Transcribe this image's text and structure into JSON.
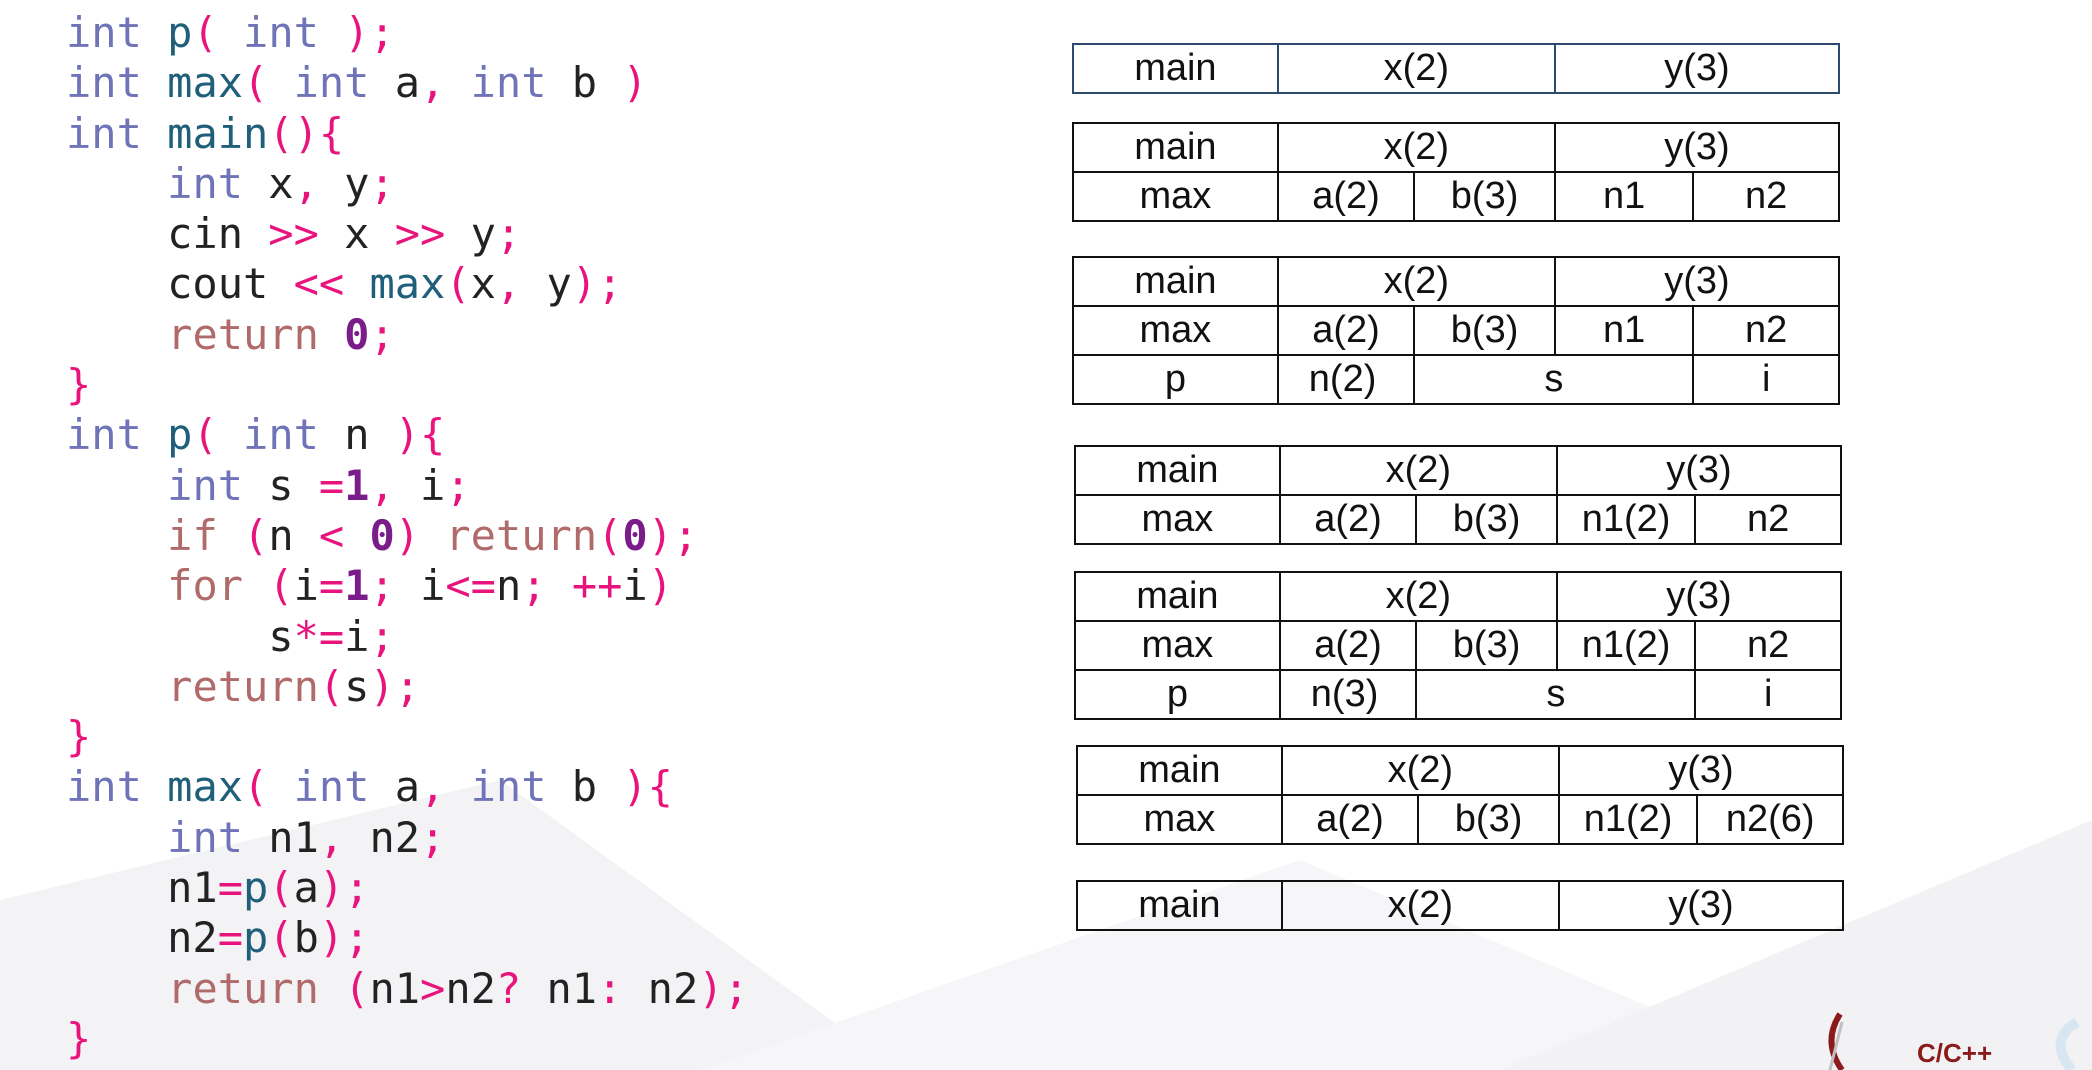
{
  "code_lines": [
    [
      [
        "kw",
        "int"
      ],
      [
        "id",
        " "
      ],
      [
        "fn",
        "p"
      ],
      [
        "pn",
        "("
      ],
      [
        "id",
        " "
      ],
      [
        "kw",
        "int"
      ],
      [
        "id",
        " "
      ],
      [
        "pn",
        ");"
      ]
    ],
    [
      [
        "kw",
        "int"
      ],
      [
        "id",
        " "
      ],
      [
        "fn",
        "max"
      ],
      [
        "pn",
        "("
      ],
      [
        "id",
        " "
      ],
      [
        "kw",
        "int"
      ],
      [
        "id",
        " a"
      ],
      [
        "pn",
        ","
      ],
      [
        "id",
        " "
      ],
      [
        "kw",
        "int"
      ],
      [
        "id",
        " b "
      ],
      [
        "pn",
        ")"
      ]
    ],
    [
      [
        "kw",
        "int"
      ],
      [
        "id",
        " "
      ],
      [
        "fn",
        "main"
      ],
      [
        "pn",
        "(){"
      ]
    ],
    [
      [
        "id",
        "    "
      ],
      [
        "kw",
        "int"
      ],
      [
        "id",
        " x"
      ],
      [
        "pn",
        ","
      ],
      [
        "id",
        " y"
      ],
      [
        "pn",
        ";"
      ]
    ],
    [
      [
        "id",
        "    cin "
      ],
      [
        "pn",
        ">>"
      ],
      [
        "id",
        " x "
      ],
      [
        "pn",
        ">>"
      ],
      [
        "id",
        " y"
      ],
      [
        "pn",
        ";"
      ]
    ],
    [
      [
        "id",
        "    cout "
      ],
      [
        "pn",
        "<<"
      ],
      [
        "id",
        " "
      ],
      [
        "fn",
        "max"
      ],
      [
        "pn",
        "("
      ],
      [
        "id",
        "x"
      ],
      [
        "pn",
        ","
      ],
      [
        "id",
        " y"
      ],
      [
        "pn",
        ");"
      ]
    ],
    [
      [
        "id",
        "    "
      ],
      [
        "ct",
        "return"
      ],
      [
        "id",
        " "
      ],
      [
        "num",
        "0"
      ],
      [
        "pn",
        ";"
      ]
    ],
    [
      [
        "pn",
        "}"
      ]
    ],
    [
      [
        "kw",
        "int"
      ],
      [
        "id",
        " "
      ],
      [
        "fn",
        "p"
      ],
      [
        "pn",
        "("
      ],
      [
        "id",
        " "
      ],
      [
        "kw",
        "int"
      ],
      [
        "id",
        " n "
      ],
      [
        "pn",
        "){"
      ]
    ],
    [
      [
        "id",
        "    "
      ],
      [
        "kw",
        "int"
      ],
      [
        "id",
        " s "
      ],
      [
        "pn",
        "="
      ],
      [
        "num",
        "1"
      ],
      [
        "pn",
        ","
      ],
      [
        "id",
        " i"
      ],
      [
        "pn",
        ";"
      ]
    ],
    [
      [
        "id",
        "    "
      ],
      [
        "ct",
        "if"
      ],
      [
        "id",
        " "
      ],
      [
        "pn",
        "("
      ],
      [
        "id",
        "n "
      ],
      [
        "pn",
        "<"
      ],
      [
        "id",
        " "
      ],
      [
        "num",
        "0"
      ],
      [
        "pn",
        ")"
      ],
      [
        "id",
        " "
      ],
      [
        "ct",
        "return"
      ],
      [
        "pn",
        "("
      ],
      [
        "num",
        "0"
      ],
      [
        "pn",
        ");"
      ]
    ],
    [
      [
        "id",
        "    "
      ],
      [
        "ct",
        "for"
      ],
      [
        "id",
        " "
      ],
      [
        "pn",
        "("
      ],
      [
        "id",
        "i"
      ],
      [
        "pn",
        "="
      ],
      [
        "num",
        "1"
      ],
      [
        "pn",
        ";"
      ],
      [
        "id",
        " i"
      ],
      [
        "pn",
        "<="
      ],
      [
        "id",
        "n"
      ],
      [
        "pn",
        ";"
      ],
      [
        "id",
        " "
      ],
      [
        "pn",
        "++"
      ],
      [
        "id",
        "i"
      ],
      [
        "pn",
        ")"
      ]
    ],
    [
      [
        "id",
        "        s"
      ],
      [
        "pn",
        "*="
      ],
      [
        "id",
        "i"
      ],
      [
        "pn",
        ";"
      ]
    ],
    [
      [
        "id",
        "    "
      ],
      [
        "ct",
        "return"
      ],
      [
        "pn",
        "("
      ],
      [
        "id",
        "s"
      ],
      [
        "pn",
        ");"
      ]
    ],
    [
      [
        "pn",
        "}"
      ]
    ],
    [
      [
        "kw",
        "int"
      ],
      [
        "id",
        " "
      ],
      [
        "fn",
        "max"
      ],
      [
        "pn",
        "("
      ],
      [
        "id",
        " "
      ],
      [
        "kw",
        "int"
      ],
      [
        "id",
        " a"
      ],
      [
        "pn",
        ","
      ],
      [
        "id",
        " "
      ],
      [
        "kw",
        "int"
      ],
      [
        "id",
        " b "
      ],
      [
        "pn",
        "){"
      ]
    ],
    [
      [
        "id",
        "    "
      ],
      [
        "kw",
        "int"
      ],
      [
        "id",
        " n1"
      ],
      [
        "pn",
        ","
      ],
      [
        "id",
        " n2"
      ],
      [
        "pn",
        ";"
      ]
    ],
    [
      [
        "id",
        "    n1"
      ],
      [
        "pn",
        "="
      ],
      [
        "fn",
        "p"
      ],
      [
        "pn",
        "("
      ],
      [
        "id",
        "a"
      ],
      [
        "pn",
        ");"
      ]
    ],
    [
      [
        "id",
        "    n2"
      ],
      [
        "pn",
        "="
      ],
      [
        "fn",
        "p"
      ],
      [
        "pn",
        "("
      ],
      [
        "id",
        "b"
      ],
      [
        "pn",
        ");"
      ]
    ],
    [
      [
        "id",
        "    "
      ],
      [
        "ct",
        "return"
      ],
      [
        "id",
        " "
      ],
      [
        "pn",
        "("
      ],
      [
        "id",
        "n1"
      ],
      [
        "pn",
        ">"
      ],
      [
        "id",
        "n2"
      ],
      [
        "pn",
        "?"
      ],
      [
        "id",
        " n1"
      ],
      [
        "pn",
        ":"
      ],
      [
        "id",
        " n2"
      ],
      [
        "pn",
        ");"
      ]
    ],
    [
      [
        "pn",
        "}"
      ]
    ]
  ],
  "stack_frames": [
    {
      "rows": [
        {
          "name": "main",
          "cells": [
            "x(2)",
            "y(3)"
          ]
        }
      ]
    },
    {
      "rows": [
        {
          "name": "main",
          "cells": [
            "x(2)",
            "y(3)"
          ]
        },
        {
          "name": "max",
          "cells": [
            "a(2)",
            "b(3)",
            "n1",
            "n2"
          ]
        }
      ]
    },
    {
      "rows": [
        {
          "name": "main",
          "cells": [
            "x(2)",
            "y(3)"
          ]
        },
        {
          "name": "max",
          "cells": [
            "a(2)",
            "b(3)",
            "n1",
            "n2"
          ]
        },
        {
          "name": "p",
          "cells": [
            "n(2)",
            "s",
            "i"
          ]
        }
      ]
    },
    {
      "rows": [
        {
          "name": "main",
          "cells": [
            "x(2)",
            "y(3)"
          ]
        },
        {
          "name": "max",
          "cells": [
            "a(2)",
            "b(3)",
            "n1(2)",
            "n2"
          ]
        }
      ]
    },
    {
      "rows": [
        {
          "name": "main",
          "cells": [
            "x(2)",
            "y(3)"
          ]
        },
        {
          "name": "max",
          "cells": [
            "a(2)",
            "b(3)",
            "n1(2)",
            "n2"
          ]
        },
        {
          "name": "p",
          "cells": [
            "n(3)",
            "s",
            "i"
          ]
        }
      ]
    },
    {
      "rows": [
        {
          "name": "main",
          "cells": [
            "x(2)",
            "y(3)"
          ]
        },
        {
          "name": "max",
          "cells": [
            "a(2)",
            "b(3)",
            "n1(2)",
            "n2(6)"
          ]
        }
      ]
    },
    {
      "rows": [
        {
          "name": "main",
          "cells": [
            "x(2)",
            "y(3)"
          ]
        }
      ]
    }
  ],
  "logo": {
    "text": "C/C++",
    "brand_color": "#8b1a1a"
  }
}
